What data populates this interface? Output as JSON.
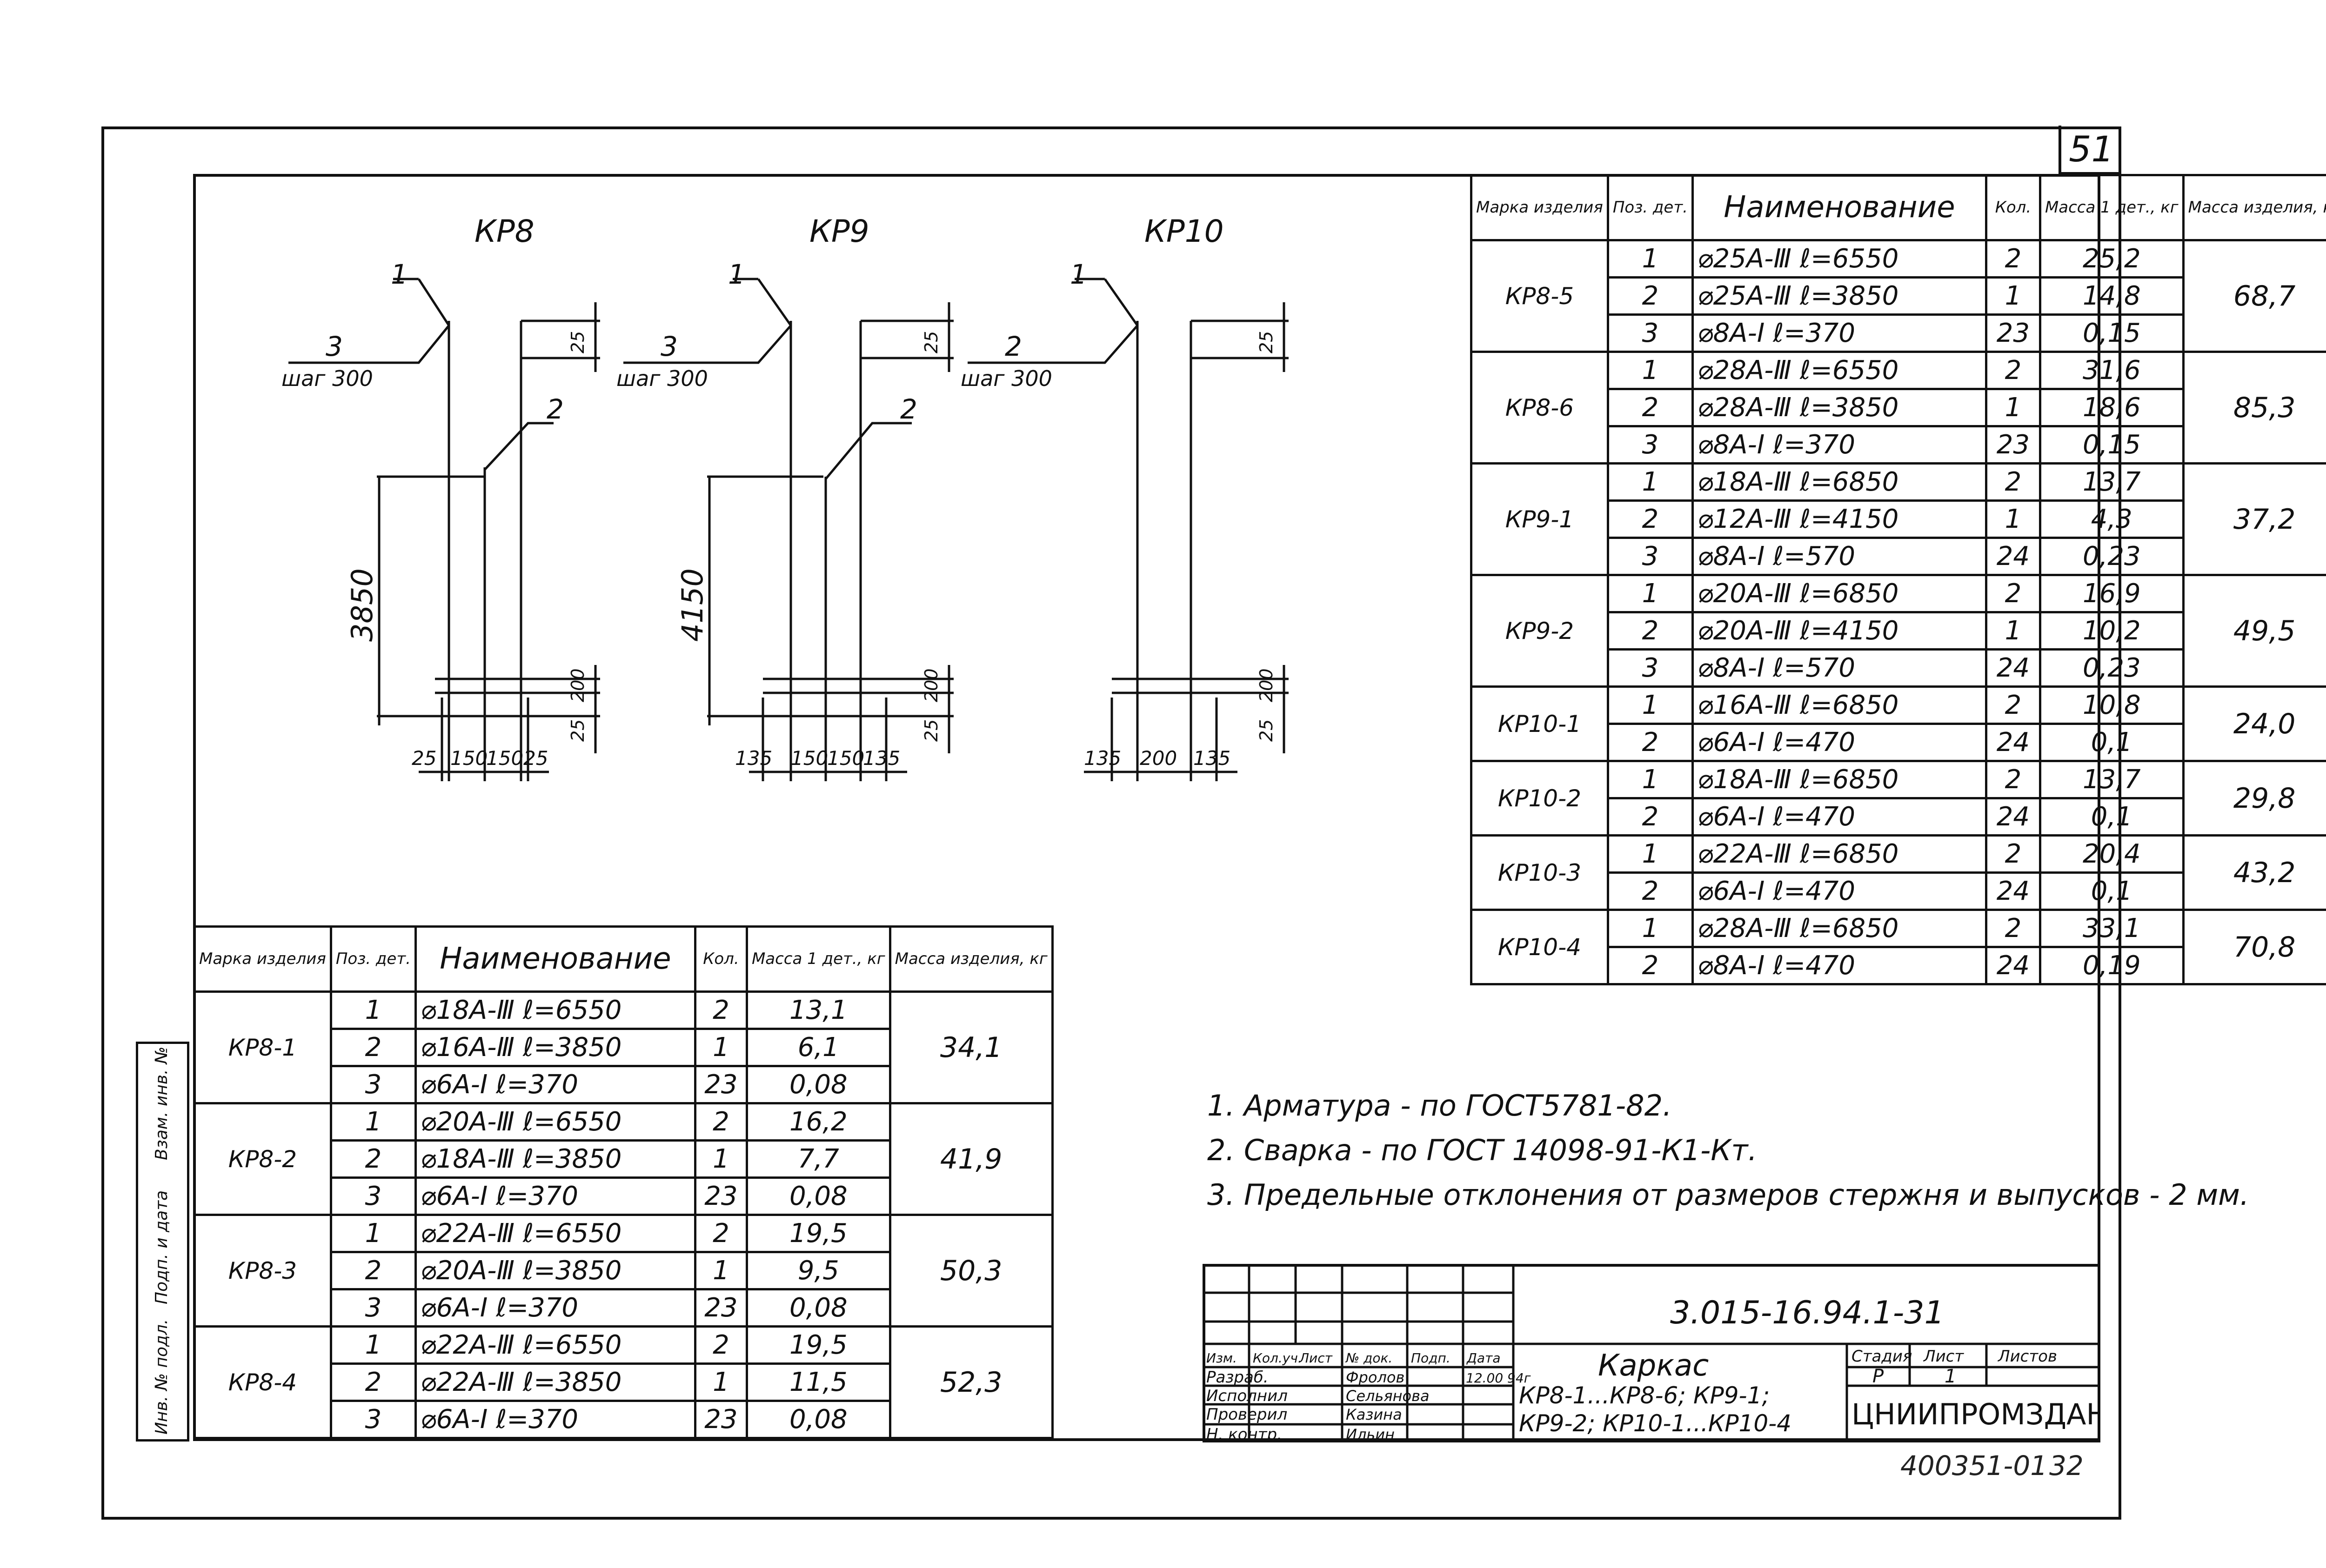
{
  "sheet_number": "51",
  "drawings": [
    {
      "title": "КР8",
      "labels": [
        "1",
        "3",
        "шаг 300",
        "2",
        "25",
        "3850",
        "200",
        "25"
      ],
      "bottom_dims": [
        "25",
        "150",
        "150",
        "25"
      ]
    },
    {
      "title": "КР9",
      "labels": [
        "1",
        "3",
        "шаг 300",
        "2",
        "25",
        "4150",
        "200",
        "25"
      ],
      "bottom_dims": [
        "135",
        "150",
        "150",
        "135"
      ]
    },
    {
      "title": "КР10",
      "labels": [
        "1",
        "2",
        "шаг 300",
        "25",
        "200",
        "25"
      ],
      "bottom_dims": [
        "135",
        "200",
        "135"
      ]
    }
  ],
  "table_headers": {
    "mark": "Марка изделия",
    "pos": "Поз. дет.",
    "name": "Наименование",
    "qty": "Кол.",
    "mass1": "Масса 1 дет., кг",
    "mass_item": "Масса изделия, кг"
  },
  "table_right": [
    {
      "mark": "КР8-5",
      "mass": "68,7",
      "rows": [
        {
          "pos": "1",
          "name": "⌀25А-Ⅲ  ℓ=6550",
          "qty": "2",
          "m": "25,2"
        },
        {
          "pos": "2",
          "name": "⌀25А-Ⅲ  ℓ=3850",
          "qty": "1",
          "m": "14,8"
        },
        {
          "pos": "3",
          "name": "⌀8А-Ⅰ  ℓ=370",
          "qty": "23",
          "m": "0,15"
        }
      ]
    },
    {
      "mark": "КР8-6",
      "mass": "85,3",
      "rows": [
        {
          "pos": "1",
          "name": "⌀28А-Ⅲ  ℓ=6550",
          "qty": "2",
          "m": "31,6"
        },
        {
          "pos": "2",
          "name": "⌀28А-Ⅲ  ℓ=3850",
          "qty": "1",
          "m": "18,6"
        },
        {
          "pos": "3",
          "name": "⌀8А-Ⅰ  ℓ=370",
          "qty": "23",
          "m": "0,15"
        }
      ]
    },
    {
      "mark": "КР9-1",
      "mass": "37,2",
      "rows": [
        {
          "pos": "1",
          "name": "⌀18А-Ⅲ  ℓ=6850",
          "qty": "2",
          "m": "13,7"
        },
        {
          "pos": "2",
          "name": "⌀12А-Ⅲ  ℓ=4150",
          "qty": "1",
          "m": "4,3"
        },
        {
          "pos": "3",
          "name": "⌀8А-Ⅰ  ℓ=570",
          "qty": "24",
          "m": "0,23"
        }
      ]
    },
    {
      "mark": "КР9-2",
      "mass": "49,5",
      "rows": [
        {
          "pos": "1",
          "name": "⌀20А-Ⅲ  ℓ=6850",
          "qty": "2",
          "m": "16,9"
        },
        {
          "pos": "2",
          "name": "⌀20А-Ⅲ  ℓ=4150",
          "qty": "1",
          "m": "10,2"
        },
        {
          "pos": "3",
          "name": "⌀8А-Ⅰ  ℓ=570",
          "qty": "24",
          "m": "0,23"
        }
      ]
    },
    {
      "mark": "КР10-1",
      "mass": "24,0",
      "rows": [
        {
          "pos": "1",
          "name": "⌀16А-Ⅲ  ℓ=6850",
          "qty": "2",
          "m": "10,8"
        },
        {
          "pos": "2",
          "name": "⌀6А-Ⅰ  ℓ=470",
          "qty": "24",
          "m": "0,1"
        }
      ]
    },
    {
      "mark": "КР10-2",
      "mass": "29,8",
      "rows": [
        {
          "pos": "1",
          "name": "⌀18А-Ⅲ  ℓ=6850",
          "qty": "2",
          "m": "13,7"
        },
        {
          "pos": "2",
          "name": "⌀6А-Ⅰ  ℓ=470",
          "qty": "24",
          "m": "0,1"
        }
      ]
    },
    {
      "mark": "КР10-3",
      "mass": "43,2",
      "rows": [
        {
          "pos": "1",
          "name": "⌀22А-Ⅲ  ℓ=6850",
          "qty": "2",
          "m": "20,4"
        },
        {
          "pos": "2",
          "name": "⌀6А-Ⅰ  ℓ=470",
          "qty": "24",
          "m": "0,1"
        }
      ]
    },
    {
      "mark": "КР10-4",
      "mass": "70,8",
      "rows": [
        {
          "pos": "1",
          "name": "⌀28А-Ⅲ  ℓ=6850",
          "qty": "2",
          "m": "33,1"
        },
        {
          "pos": "2",
          "name": "⌀8А-Ⅰ  ℓ=470",
          "qty": "24",
          "m": "0,19"
        }
      ]
    }
  ],
  "table_left": [
    {
      "mark": "КР8-1",
      "mass": "34,1",
      "rows": [
        {
          "pos": "1",
          "name": "⌀18А-Ⅲ  ℓ=6550",
          "qty": "2",
          "m": "13,1"
        },
        {
          "pos": "2",
          "name": "⌀16А-Ⅲ  ℓ=3850",
          "qty": "1",
          "m": "6,1"
        },
        {
          "pos": "3",
          "name": "⌀6А-Ⅰ  ℓ=370",
          "qty": "23",
          "m": "0,08"
        }
      ]
    },
    {
      "mark": "КР8-2",
      "mass": "41,9",
      "rows": [
        {
          "pos": "1",
          "name": "⌀20А-Ⅲ  ℓ=6550",
          "qty": "2",
          "m": "16,2"
        },
        {
          "pos": "2",
          "name": "⌀18А-Ⅲ  ℓ=3850",
          "qty": "1",
          "m": "7,7"
        },
        {
          "pos": "3",
          "name": "⌀6А-Ⅰ  ℓ=370",
          "qty": "23",
          "m": "0,08"
        }
      ]
    },
    {
      "mark": "КР8-3",
      "mass": "50,3",
      "rows": [
        {
          "pos": "1",
          "name": "⌀22А-Ⅲ  ℓ=6550",
          "qty": "2",
          "m": "19,5"
        },
        {
          "pos": "2",
          "name": "⌀20А-Ⅲ  ℓ=3850",
          "qty": "1",
          "m": "9,5"
        },
        {
          "pos": "3",
          "name": "⌀6А-Ⅰ  ℓ=370",
          "qty": "23",
          "m": "0,08"
        }
      ]
    },
    {
      "mark": "КР8-4",
      "mass": "52,3",
      "rows": [
        {
          "pos": "1",
          "name": "⌀22А-Ⅲ  ℓ=6550",
          "qty": "2",
          "m": "19,5"
        },
        {
          "pos": "2",
          "name": "⌀22А-Ⅲ  ℓ=3850",
          "qty": "1",
          "m": "11,5"
        },
        {
          "pos": "3",
          "name": "⌀6А-Ⅰ  ℓ=370",
          "qty": "23",
          "m": "0,08"
        }
      ]
    }
  ],
  "notes": [
    "1. Арматура - по ГОСТ5781-82.",
    "2. Сварка - по ГОСТ 14098-91-К1-Кт.",
    "3. Предельные отклонения от размеров стержня и выпусков - 2 мм."
  ],
  "stamp": {
    "code": "3.015-16.94.1-31",
    "title_lines": [
      "Каркас",
      "КР8-1...КР8-6; КР9-1;",
      "КР9-2; КР10-1...КР10-4"
    ],
    "header_row": [
      "Изм.",
      "Кол.уч.",
      "Лист",
      "№ док.",
      "Подп.",
      "Дата"
    ],
    "roles": [
      "Разраб.",
      "Исполнил",
      "Проверил",
      "Н. контр."
    ],
    "names": [
      "Фролов",
      "Сельянова",
      "Казина",
      "Ильин"
    ],
    "date": "12.00 94г",
    "stage_headers": [
      "Стадия",
      "Лист",
      "Листов"
    ],
    "stage_values": [
      "Р",
      "1",
      ""
    ],
    "org": "ЦНИИПРОМЗДАНИЙ"
  },
  "left_strip": [
    "Инв. № подл.",
    "Подп. и дата",
    "Взам. инв. №"
  ],
  "bottom_codes": [
    "400351-01",
    "32"
  ]
}
